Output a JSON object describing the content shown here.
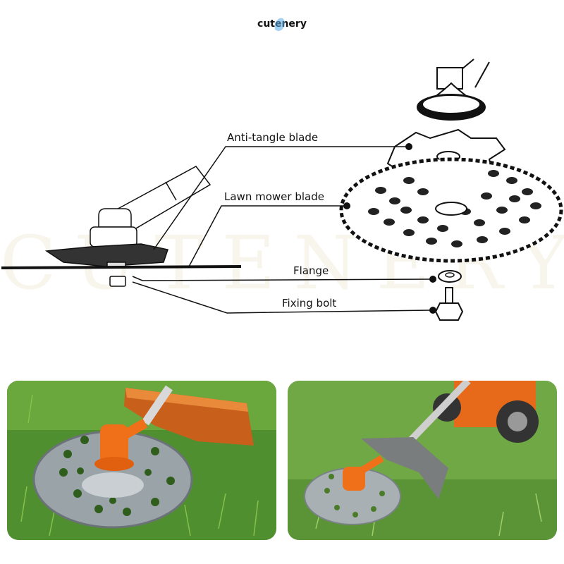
{
  "brand": {
    "name": "cutenery"
  },
  "watermark": {
    "text": "CUTENERY"
  },
  "labels": {
    "anti_tangle": "Anti-tangle blade",
    "lawn_mower": "Lawn mower blade",
    "flange": "Flange",
    "fixing_bolt": "Fixing bolt"
  },
  "colors": {
    "accent_orange": "#f0701a",
    "grass": "#4f8f2f",
    "leader_line": "#111111"
  }
}
